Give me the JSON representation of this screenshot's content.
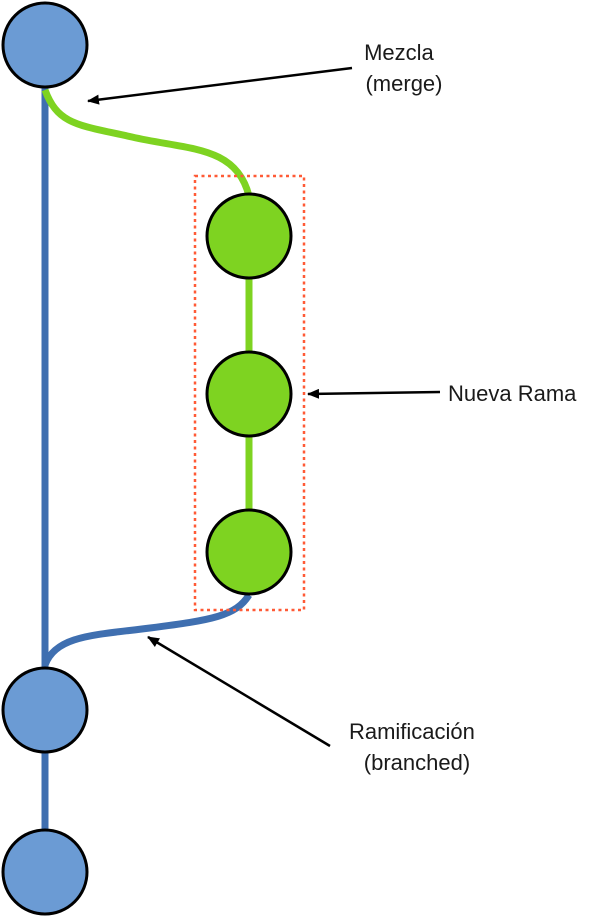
{
  "colors": {
    "main_branch": "#3f6fb0",
    "main_node_fill": "#6b9bd4",
    "feature_branch": "#7ed321",
    "feature_node_fill": "#7ed321",
    "highlight_box": "#ff5a36",
    "arrow": "#000000",
    "node_outline": "#000000"
  },
  "labels": {
    "merge_line1": "Mezcla",
    "merge_line2": "(merge)",
    "new_branch": "Nueva Rama",
    "branched_line1": "Ramificación",
    "branched_line2": "(branched)"
  },
  "graph": {
    "main_commit_count": 3,
    "feature_commit_count": 3
  }
}
